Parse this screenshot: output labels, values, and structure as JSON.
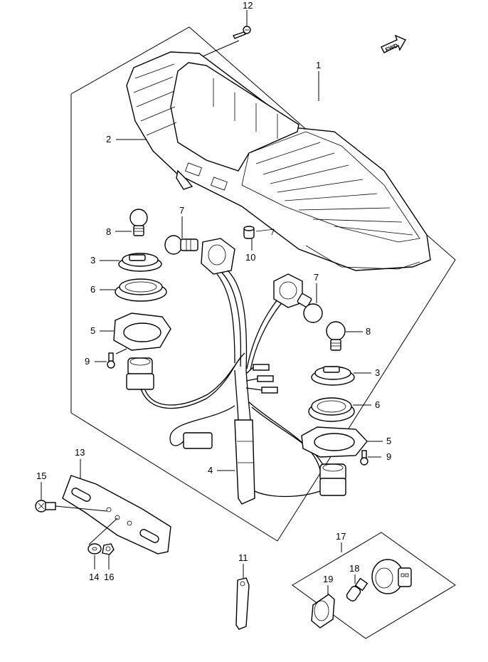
{
  "fwd_label": "FWD",
  "callouts": [
    {
      "id": "c12",
      "text": "12"
    },
    {
      "id": "c1",
      "text": "1"
    },
    {
      "id": "c2",
      "text": "2"
    },
    {
      "id": "c8a",
      "text": "8"
    },
    {
      "id": "c7a",
      "text": "7"
    },
    {
      "id": "c3a",
      "text": "3"
    },
    {
      "id": "c10",
      "text": "10"
    },
    {
      "id": "c6a",
      "text": "6"
    },
    {
      "id": "c7b",
      "text": "7"
    },
    {
      "id": "c5a",
      "text": "5"
    },
    {
      "id": "c8b",
      "text": "8"
    },
    {
      "id": "c9a",
      "text": "9"
    },
    {
      "id": "c3b",
      "text": "3"
    },
    {
      "id": "c6b",
      "text": "6"
    },
    {
      "id": "c5b",
      "text": "5"
    },
    {
      "id": "c9b",
      "text": "9"
    },
    {
      "id": "c13",
      "text": "13"
    },
    {
      "id": "c4",
      "text": "4"
    },
    {
      "id": "c15",
      "text": "15"
    },
    {
      "id": "c17",
      "text": "17"
    },
    {
      "id": "c11",
      "text": "11"
    },
    {
      "id": "c18",
      "text": "18"
    },
    {
      "id": "c19",
      "text": "19"
    },
    {
      "id": "c14",
      "text": "14"
    },
    {
      "id": "c16",
      "text": "16"
    }
  ]
}
